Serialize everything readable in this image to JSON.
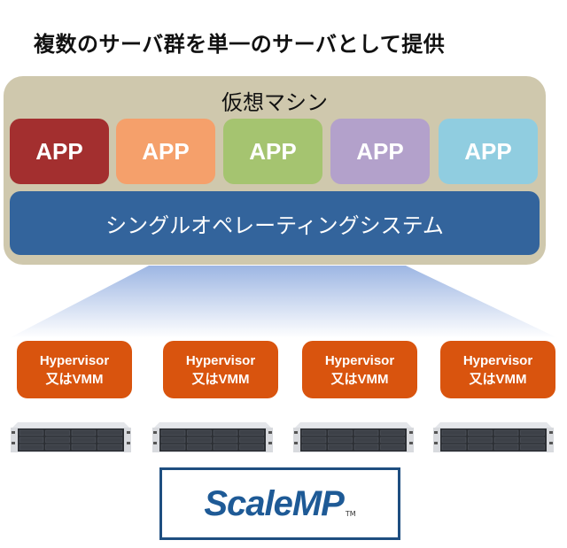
{
  "title": "複数のサーバ群を単一のサーバとして提供",
  "virtual_machine": {
    "label": "仮想マシン",
    "apps": [
      {
        "label": "APP",
        "color": "#a32f2f"
      },
      {
        "label": "APP",
        "color": "#f5a06b"
      },
      {
        "label": "APP",
        "color": "#a5c470"
      },
      {
        "label": "APP",
        "color": "#b3a1cb"
      },
      {
        "label": "APP",
        "color": "#90cde0"
      }
    ],
    "os_label": "シングルオペレーティングシステム",
    "os_color": "#33649c"
  },
  "hypervisors": [
    {
      "line1": "Hypervisor",
      "line2": "又はVMM"
    },
    {
      "line1": "Hypervisor",
      "line2": "又はVMM"
    },
    {
      "line1": "Hypervisor",
      "line2": "又はVMM"
    },
    {
      "line1": "Hypervisor",
      "line2": "又はVMM"
    }
  ],
  "servers": [
    {
      "icon": "rack-server-icon"
    },
    {
      "icon": "rack-server-icon"
    },
    {
      "icon": "rack-server-icon"
    },
    {
      "icon": "rack-server-icon"
    }
  ],
  "logo": {
    "text": "ScaleMP",
    "tm": "TM"
  }
}
